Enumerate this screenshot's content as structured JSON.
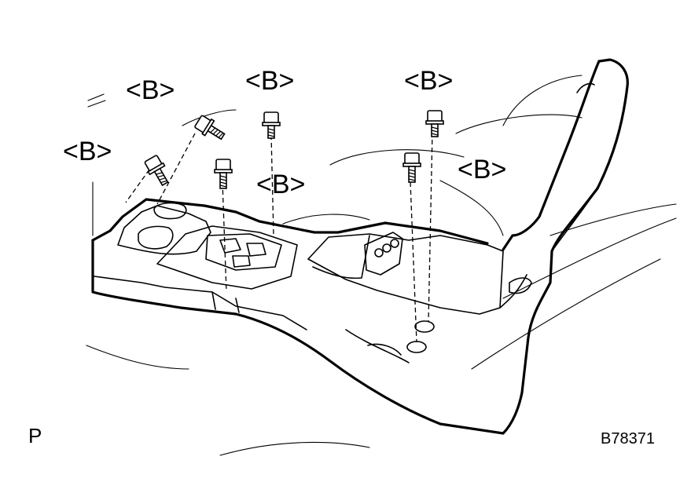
{
  "callouts": {
    "b1": "<B>",
    "b2": "<B>",
    "b3": "<B>",
    "b4": "<B>",
    "b5": "<B>",
    "b6": "<B>"
  },
  "corner": {
    "left_mark": "P",
    "figure_id": "B78371"
  },
  "icons": [
    "bolt-icon"
  ]
}
